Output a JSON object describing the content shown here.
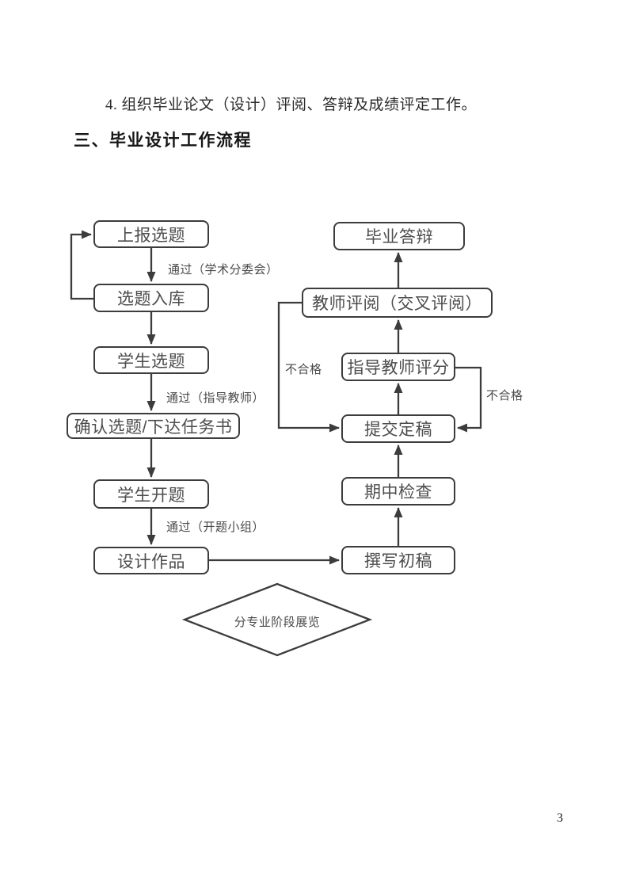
{
  "document": {
    "paragraph": "4. 组织毕业论文（设计）评阅、答辩及成绩评定工作。",
    "heading": "三、毕业设计工作流程",
    "page_number": "3"
  },
  "flowchart": {
    "nodes": {
      "report_topic": "上报选题",
      "topic_into_db": "选题入库",
      "student_select": "学生选题",
      "confirm_topic": "确认选题/下达任务书",
      "student_proposal": "学生开题",
      "design_work": "设计作品",
      "defense": "毕业答辩",
      "teacher_review": "教师评阅（交叉评阅）",
      "advisor_score": "指导教师评分",
      "submit_final": "提交定稿",
      "midterm_check": "期中检查",
      "draft_writing": "撰写初稿",
      "stage_exhibition": "分专业阶段展览"
    },
    "edge_labels": {
      "pass_academic_committee": "通过（学术分委会）",
      "pass_advisor": "通过（指导教师）",
      "pass_proposal_group": "通过（开题小组）",
      "fail_review": "不合格",
      "fail_score": "不合格"
    },
    "colors": {
      "line": "#3c3c3c",
      "node_border": "#3c3c3c",
      "node_text": "#4d4d4d",
      "label_text": "#4a4a4a"
    }
  }
}
